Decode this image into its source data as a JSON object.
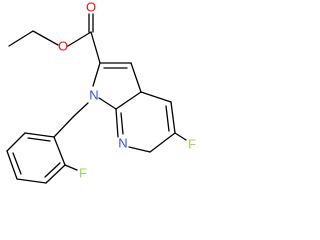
{
  "colors": {
    "bond": "#000000",
    "oxygen": "#ff0d0d",
    "nitrogen": "#3050f8",
    "fluorine": "#90e050"
  },
  "atoms": {
    "ester_oxygen": "O",
    "carbonyl_oxygen": "O",
    "pyrrole_nitrogen": "N",
    "pyridine_nitrogen": "N",
    "fluorine_pyridine": "F",
    "fluorine_benzyl": "F"
  }
}
